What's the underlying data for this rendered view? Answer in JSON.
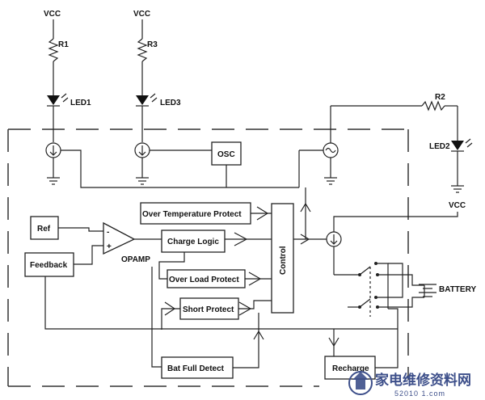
{
  "power": {
    "vcc1": "VCC",
    "vcc2": "VCC",
    "vcc3": "VCC"
  },
  "resistors": {
    "r1": "R1",
    "r2": "R2",
    "r3": "R3"
  },
  "leds": {
    "led1": "LED1",
    "led2": "LED2",
    "led3": "LED3"
  },
  "blocks": {
    "osc": "OSC",
    "ref": "Ref",
    "feedback": "Feedback",
    "opamp": "OPAMP",
    "over_temp": "Over Temperature Protect",
    "charge_logic": "Charge Logic",
    "over_load": "Over Load Protect",
    "short_protect": "Short Protect",
    "control": "Control",
    "bat_full": "Bat Full Detect",
    "recharge": "Recharge",
    "battery": "BATTERY"
  },
  "opamp_pins": {
    "minus": "-",
    "plus": "+"
  },
  "watermark": {
    "title": "家电维修资料网",
    "url": "52010 1.com"
  }
}
